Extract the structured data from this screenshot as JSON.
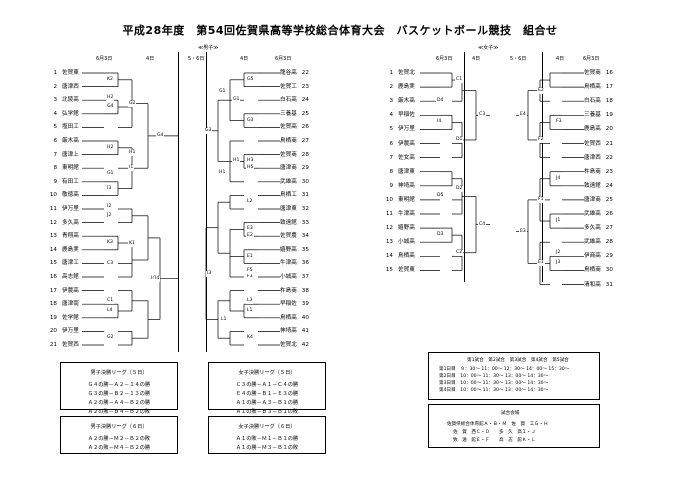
{
  "title": "平成28年度　第54回佐賀県高等学校総合体育大会　バスケットボール競技　組合せ",
  "sections": {
    "boys": "≪男子≫",
    "girls": "≪女子≫"
  },
  "day_headers": {
    "boys": [
      "6月3日",
      "4日",
      "5・6日",
      "4日",
      "6月3日"
    ],
    "girls": [
      "6月3日",
      "4日",
      "5・6日",
      "4日",
      "6月3日"
    ]
  },
  "boys_left": [
    {
      "n": "1",
      "name": "佐賀東"
    },
    {
      "n": "2",
      "name": "唐津西"
    },
    {
      "n": "3",
      "name": "北陵高"
    },
    {
      "n": "4",
      "name": "弘学館"
    },
    {
      "n": "5",
      "name": "塩田工"
    },
    {
      "n": "6",
      "name": "厳木高"
    },
    {
      "n": "7",
      "name": "唐津上"
    },
    {
      "n": "8",
      "name": "東明館"
    },
    {
      "n": "9",
      "name": "有田工"
    },
    {
      "n": "10",
      "name": "敬徳高"
    },
    {
      "n": "11",
      "name": "伊万里"
    },
    {
      "n": "12",
      "name": "多久高"
    },
    {
      "n": "13",
      "name": "青翔高"
    },
    {
      "n": "14",
      "name": "鹿島実"
    },
    {
      "n": "15",
      "name": "唐津工"
    },
    {
      "n": "16",
      "name": "高志館"
    },
    {
      "n": "17",
      "name": "伊農高"
    },
    {
      "n": "18",
      "name": "唐津南"
    },
    {
      "n": "19",
      "name": "佐学館"
    },
    {
      "n": "20",
      "name": "伊万里"
    },
    {
      "n": "21",
      "name": "佐賀西"
    }
  ],
  "boys_right": [
    {
      "n": "22",
      "name": "龍谷高"
    },
    {
      "n": "23",
      "name": "佐賀工"
    },
    {
      "n": "24",
      "name": "白石高"
    },
    {
      "n": "25",
      "name": "三養基"
    },
    {
      "n": "26",
      "name": "佐賀高"
    },
    {
      "n": "27",
      "name": "鳥栖商"
    },
    {
      "n": "28",
      "name": "佐賀商"
    },
    {
      "n": "29",
      "name": "唐津商"
    },
    {
      "n": "30",
      "name": "武雄高"
    },
    {
      "n": "31",
      "name": "鳥栖工"
    },
    {
      "n": "32",
      "name": "唐津東"
    },
    {
      "n": "33",
      "name": "致遠館"
    },
    {
      "n": "34",
      "name": "佐賀農"
    },
    {
      "n": "35",
      "name": "嬉野高"
    },
    {
      "n": "36",
      "name": "牛津高"
    },
    {
      "n": "37",
      "name": "小城高"
    },
    {
      "n": "38",
      "name": "杵島商"
    },
    {
      "n": "39",
      "name": "早稲佐"
    },
    {
      "n": "40",
      "name": "鳥栖高"
    },
    {
      "n": "41",
      "name": "神埼高"
    },
    {
      "n": "42",
      "name": "佐賀北"
    }
  ],
  "girls_left": [
    {
      "n": "1",
      "name": "佐賀北"
    },
    {
      "n": "2",
      "name": "鹿島実"
    },
    {
      "n": "3",
      "name": "厳木高"
    },
    {
      "n": "4",
      "name": "早稲佐"
    },
    {
      "n": "5",
      "name": "伊万里"
    },
    {
      "n": "6",
      "name": "伊農高"
    },
    {
      "n": "7",
      "name": "佐女高"
    },
    {
      "n": "8",
      "name": "唐津東"
    },
    {
      "n": "9",
      "name": "神埼高"
    },
    {
      "n": "10",
      "name": "東明館"
    },
    {
      "n": "11",
      "name": "牛津高"
    },
    {
      "n": "12",
      "name": "嬉野高"
    },
    {
      "n": "13",
      "name": "小城高"
    },
    {
      "n": "14",
      "name": "鳥栖高"
    },
    {
      "n": "15",
      "name": "佐賀東"
    }
  ],
  "girls_right": [
    {
      "n": "16",
      "name": "佐賀商"
    },
    {
      "n": "17",
      "name": "鳥栖高"
    },
    {
      "n": "18",
      "name": "白石高"
    },
    {
      "n": "19",
      "name": "三養基"
    },
    {
      "n": "20",
      "name": "鹿島高"
    },
    {
      "n": "21",
      "name": "佐賀西"
    },
    {
      "n": "22",
      "name": "唐津西"
    },
    {
      "n": "23",
      "name": "杵島商"
    },
    {
      "n": "24",
      "name": "致遠館"
    },
    {
      "n": "25",
      "name": "唐津商"
    },
    {
      "n": "26",
      "name": "武雄高"
    },
    {
      "n": "27",
      "name": "多久高"
    },
    {
      "n": "28",
      "name": "武雄高"
    },
    {
      "n": "29",
      "name": "伊商高"
    },
    {
      "n": "30",
      "name": "鳥栖商"
    },
    {
      "n": "31",
      "name": "清和高"
    }
  ],
  "match_labels": {
    "boys_left": [
      "K2",
      "G2",
      "G4",
      "H1",
      "H2",
      "I1",
      "I3",
      "I2",
      "J2",
      "K1",
      "K3",
      "C3",
      "C1",
      "L4",
      "G2",
      "H2",
      "G1",
      "I4"
    ],
    "boys_right": [
      "G5",
      "G3",
      "G1",
      "H3",
      "H5",
      "H1",
      "L2",
      "E3",
      "E1",
      "F3",
      "F5",
      "L3",
      "L1",
      "K4",
      "G1",
      "H1",
      "E2",
      "L1"
    ],
    "boys_center": [
      "G4",
      "G3",
      "I4",
      "I3"
    ],
    "girls_left": [
      "C1",
      "D4",
      "I4",
      "D1",
      "D2",
      "D5",
      "D3",
      "C2",
      "C3",
      "C4"
    ],
    "girls_right": [
      "E4",
      "E2",
      "F2",
      "J4",
      "F1",
      "J1",
      "J2",
      "J3",
      "E1",
      "E3",
      "F3"
    ]
  },
  "league_boxes": [
    {
      "title": "男子決勝リーグ（５日）",
      "lines": [
        "Ｇ４の勝－Ａ２－１４の勝",
        "Ｇ３の勝－Ｂ２－１３の勝",
        "Ａ２の勝－Ａ４－Ｂ２の勝",
        "Ａ２の敗－Ｂ４－Ｂ２の敗"
      ]
    },
    {
      "title": "女子決勝リーグ（５日）",
      "lines": [
        "Ｃ３の勝－Ａ１－Ｃ４の勝",
        "Ｅ４の勝－Ｂ１－Ｅ３の勝",
        "Ａ１の勝－Ａ３－Ｂ１の勝",
        "Ａ１の敗－Ｂ３－Ｂ１の敗"
      ]
    },
    {
      "title": "男子決勝リーグ（６日）",
      "lines": [
        "Ａ２の勝－Ｍ２－Ｂ２の敗",
        "Ａ２の敗－Ｍ４－Ｂ２の勝"
      ]
    },
    {
      "title": "女子決勝リーグ（６日）",
      "lines": [
        "Ａ１の敗－Ｍ１－Ｂ１の勝",
        "Ａ１の勝－Ｍ３－Ｂ１の敗"
      ]
    }
  ],
  "schedule": {
    "header": "第1試合　第2試合　第3試合　第4試合　第5試合",
    "rows": [
      "第1日目　９：30～ 11：00～ 12：30～ 14：00～ 15：30～",
      "第2日目　10：00～ 11：30～ 13：00～ 14：30～",
      "第3日目　10：00～ 11：30～ 13：00～ 14：30～",
      "第4日目　10：00～ 11：30～ 13：00～ 14：30～"
    ]
  },
  "venue": {
    "title": "試合会場",
    "rows": [
      "佐賀県総合体育館Ａ・Ｂ・Ｍ　佐　賀　工Ｇ・Ｈ",
      "佐　賀　西Ｃ・Ｄ　　多　久　高Ｉ・Ｊ",
      "致　遠　館Ｅ・Ｆ　　高　志　館Ｋ・Ｌ"
    ]
  }
}
